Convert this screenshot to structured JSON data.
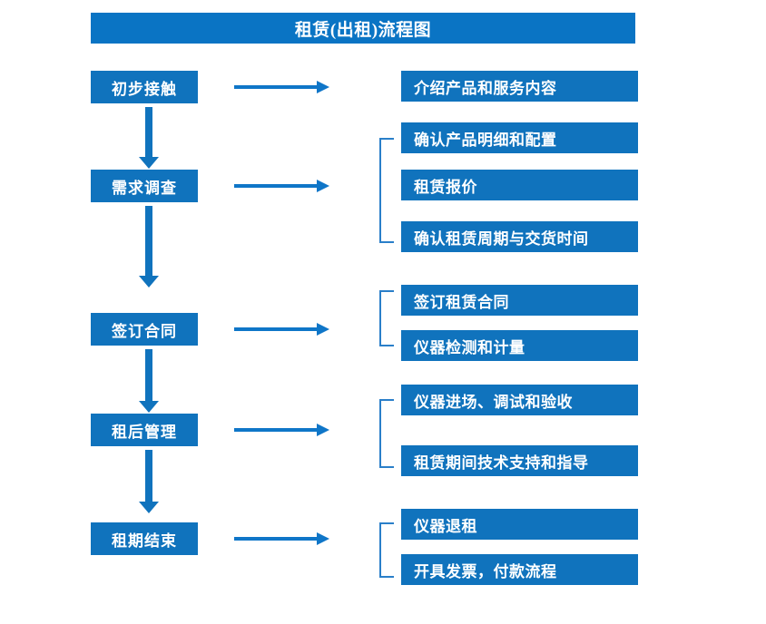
{
  "diagram": {
    "title": "租赁(出租)流程图",
    "colors": {
      "title_bar": "#0a74c4",
      "node_fill": "#1073bd",
      "arrow": "#0f76c8",
      "bracket": "#2a7fc9",
      "node_text": "#ffffff",
      "background": "#ffffff"
    },
    "stages": [
      {
        "id": "stage-1",
        "label": "初步接触",
        "details": [
          "介绍产品和服务内容"
        ]
      },
      {
        "id": "stage-2",
        "label": "需求调查",
        "details": [
          "确认产品明细和配置",
          "租赁报价",
          "确认租赁周期与交货时间"
        ]
      },
      {
        "id": "stage-3",
        "label": "签订合同",
        "details": [
          "签订租赁合同",
          "仪器检测和计量"
        ]
      },
      {
        "id": "stage-4",
        "label": "租后管理",
        "details": [
          "仪器进场、调试和验收",
          "租赁期间技术支持和指导"
        ]
      },
      {
        "id": "stage-5",
        "label": "租期结束",
        "details": [
          "仪器退租",
          "开具发票，付款流程"
        ]
      }
    ],
    "connectors": {
      "flow_arrow_name": "flow-arrow-right",
      "stage_arrow_name": "flow-arrow-down",
      "group_bracket_name": "group-bracket"
    }
  }
}
